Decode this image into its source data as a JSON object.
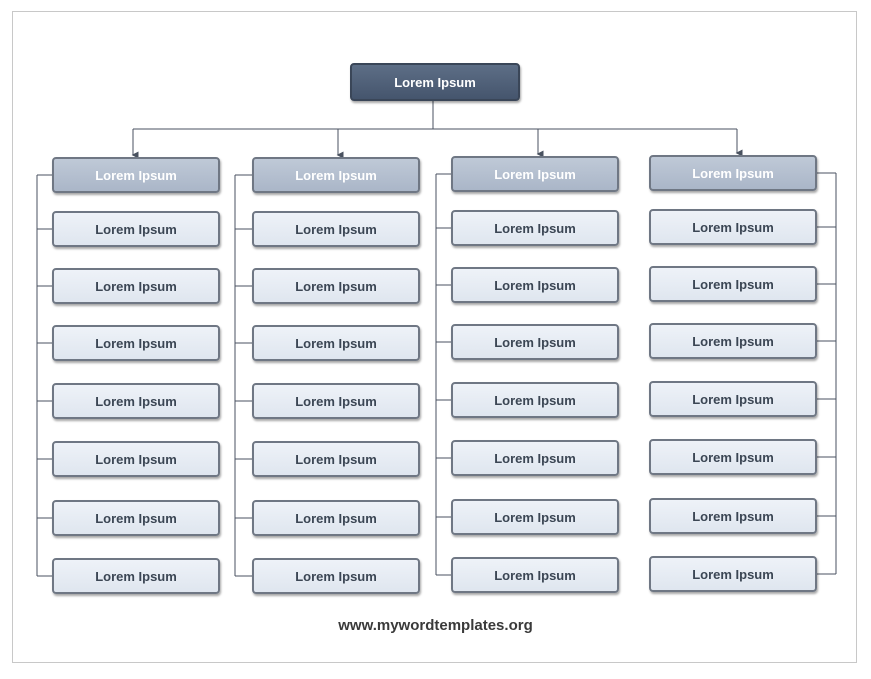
{
  "root": {
    "label": "Lorem Ipsum"
  },
  "columns": [
    {
      "header": "Lorem Ipsum",
      "items": [
        "Lorem Ipsum",
        "Lorem Ipsum",
        "Lorem Ipsum",
        "Lorem Ipsum",
        "Lorem Ipsum",
        "Lorem Ipsum",
        "Lorem Ipsum"
      ]
    },
    {
      "header": "Lorem Ipsum",
      "items": [
        "Lorem Ipsum",
        "Lorem Ipsum",
        "Lorem Ipsum",
        "Lorem Ipsum",
        "Lorem Ipsum",
        "Lorem Ipsum",
        "Lorem Ipsum"
      ]
    },
    {
      "header": "Lorem Ipsum",
      "items": [
        "Lorem Ipsum",
        "Lorem Ipsum",
        "Lorem Ipsum",
        "Lorem Ipsum",
        "Lorem Ipsum",
        "Lorem Ipsum",
        "Lorem Ipsum"
      ]
    },
    {
      "header": "Lorem Ipsum",
      "items": [
        "Lorem Ipsum",
        "Lorem Ipsum",
        "Lorem Ipsum",
        "Lorem Ipsum",
        "Lorem Ipsum",
        "Lorem Ipsum",
        "Lorem Ipsum"
      ]
    }
  ],
  "footer": {
    "text": "www.mywordtemplates.org"
  },
  "colors": {
    "root": "#4d5d75",
    "header": "#b3bfcf",
    "item": "#e6ebf2",
    "connector": "#4a5260"
  }
}
